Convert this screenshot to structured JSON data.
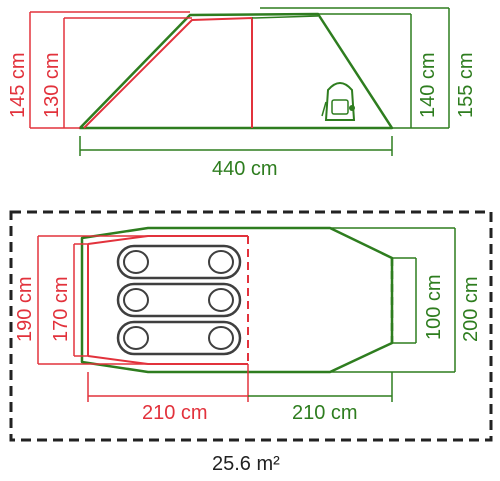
{
  "colors": {
    "red": "#e2323c",
    "green": "#2e7d1f",
    "outline": "#3f3f3f",
    "area_frame": "#222222"
  },
  "side_view": {
    "height_inner_red": "145 cm",
    "height_inner_red_2": "130 cm",
    "height_green": "140 cm",
    "height_outer_green": "155 cm",
    "length": "440 cm",
    "icon": "backpack-icon"
  },
  "floor_plan": {
    "width_red_outer": "190 cm",
    "width_red_inner": "170 cm",
    "width_green_inner": "100 cm",
    "width_green_outer": "200 cm",
    "bedroom_length": "210 cm",
    "living_length": "210 cm",
    "sleeping_bags": 3
  },
  "area": "25.6 m²"
}
